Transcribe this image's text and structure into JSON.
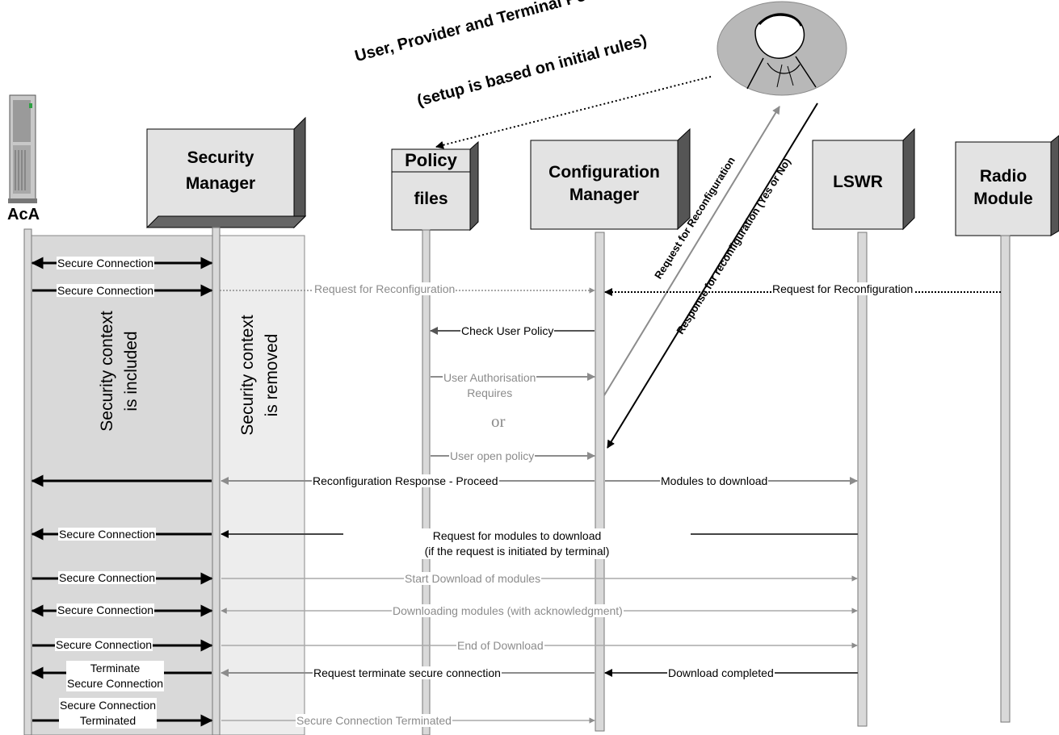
{
  "actors": {
    "aca": "AcA",
    "security_manager": [
      "Security",
      "Manager"
    ],
    "policy_header": "Policy",
    "policy_files": "files",
    "configuration_manager": [
      "Configuration",
      "Manager"
    ],
    "lswr": "LSWR",
    "radio_module": [
      "Radio",
      "Module"
    ]
  },
  "annotation": {
    "line1": "User, Provider and Terminal Policy files",
    "line2": "(setup is based on initial rules)"
  },
  "contexts": {
    "included": [
      "Security context",
      "is included"
    ],
    "removed": [
      "Security context",
      "is removed"
    ]
  },
  "diagonal": {
    "request": "Request for Reconfiguration",
    "response": "Response for reconfiguration (Yes or No)"
  },
  "messages": {
    "secure1": "Secure Connection",
    "secure2": "Secure Connection",
    "req_reconf_grey": "Request for Reconfiguration",
    "req_reconf_radio": "Request for Reconfiguration",
    "check_user_policy": "Check User Policy",
    "user_auth": [
      "User Authorisation",
      "Requires"
    ],
    "or": "or",
    "user_open_policy": "User open policy",
    "reconf_response": "Reconfiguration Response - Proceed",
    "modules_to_download": "Modules to download",
    "secure3": "Secure Connection",
    "req_modules": [
      "Request for modules to download",
      "(if the request is initiated by terminal)"
    ],
    "secure4": "Secure Connection",
    "start_download": "Start Download of modules",
    "secure5": "Secure Connection",
    "downloading": "Downloading modules (with acknowledgment)",
    "secure6": "Secure Connection",
    "end_download": "End of Download",
    "terminate": [
      "Terminate",
      "Secure Connection"
    ],
    "req_terminate": "Request terminate secure connection",
    "download_completed": "Download completed",
    "terminated": [
      "Secure Connection",
      "Terminated"
    ],
    "terminated_grey": "Secure Connection Terminated"
  }
}
